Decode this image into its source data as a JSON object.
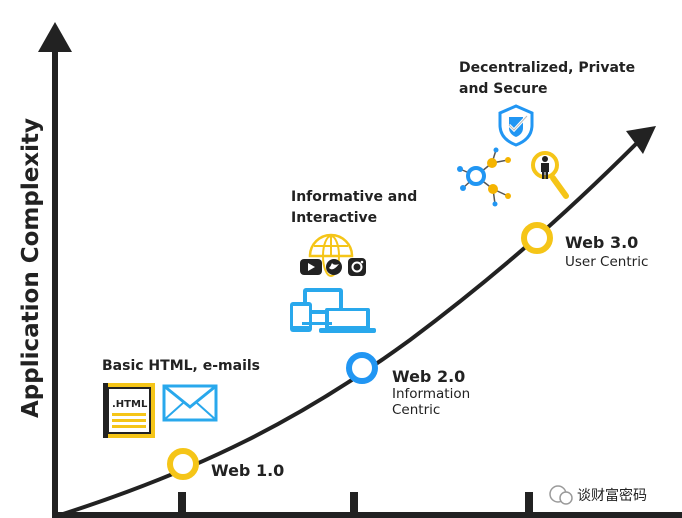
{
  "axis": {
    "y_label": "Application Complexity"
  },
  "stages": [
    {
      "title": "Web 1.0",
      "subtitle_1": "",
      "subtitle_2": ""
    },
    {
      "title": "Web 2.0",
      "subtitle_1": "Information",
      "subtitle_2": "Centric"
    },
    {
      "title": "Web 3.0",
      "subtitle_1": "User Centric",
      "subtitle_2": ""
    }
  ],
  "annotations": {
    "web1_line_1": "Basic HTML, e-mails",
    "web2_line_1": "Informative and",
    "web2_line_2": "Interactive",
    "web3_line_1": "Decentralized, Private",
    "web3_line_2": "and Secure"
  },
  "icons": {
    "html_doc_text": ".HTML"
  },
  "watermark": "谈财富密码",
  "colors": {
    "ink": "#222222",
    "yellow": "#f5c518",
    "blue": "#2196f3",
    "cyan_device": "#29a8ec",
    "orange_node": "#f5b400"
  }
}
